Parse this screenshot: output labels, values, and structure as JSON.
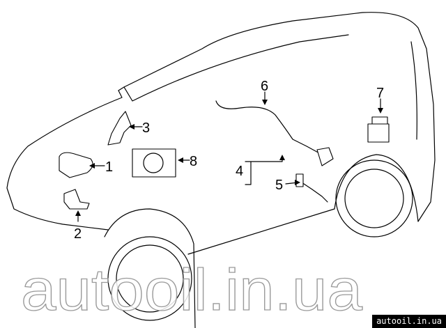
{
  "diagram": {
    "callouts": [
      "1",
      "2",
      "3",
      "4",
      "5",
      "6",
      "7",
      "8"
    ]
  },
  "watermark": "autooil.in.ua",
  "badge": "autooil.in.ua"
}
